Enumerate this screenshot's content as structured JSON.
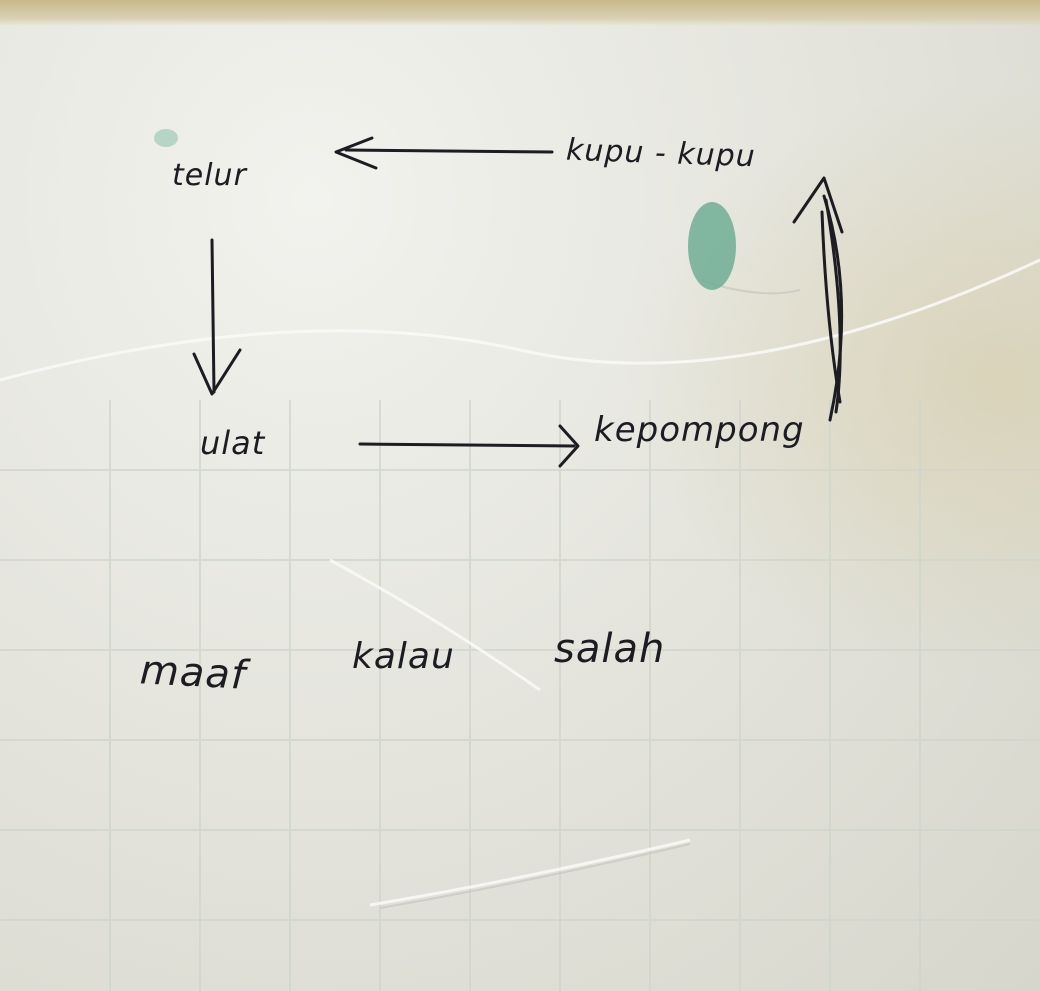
{
  "diagram": {
    "nodes": {
      "telur": "telur",
      "kupu": "kupu - kupu",
      "ulat": "ulat",
      "kepompong": "kepompong"
    },
    "edges": [
      {
        "from": "telur",
        "to": "ulat"
      },
      {
        "from": "ulat",
        "to": "kepompong"
      },
      {
        "from": "kepompong",
        "to": "kupu - kupu"
      },
      {
        "from": "kupu - kupu",
        "to": "telur"
      }
    ]
  },
  "note": {
    "word1": "maaf",
    "word2": "kalau",
    "word3": "salah"
  },
  "colors": {
    "ink": "#1c1c22",
    "paper": "#e6e6df",
    "ink_blot": "#6fae95"
  }
}
